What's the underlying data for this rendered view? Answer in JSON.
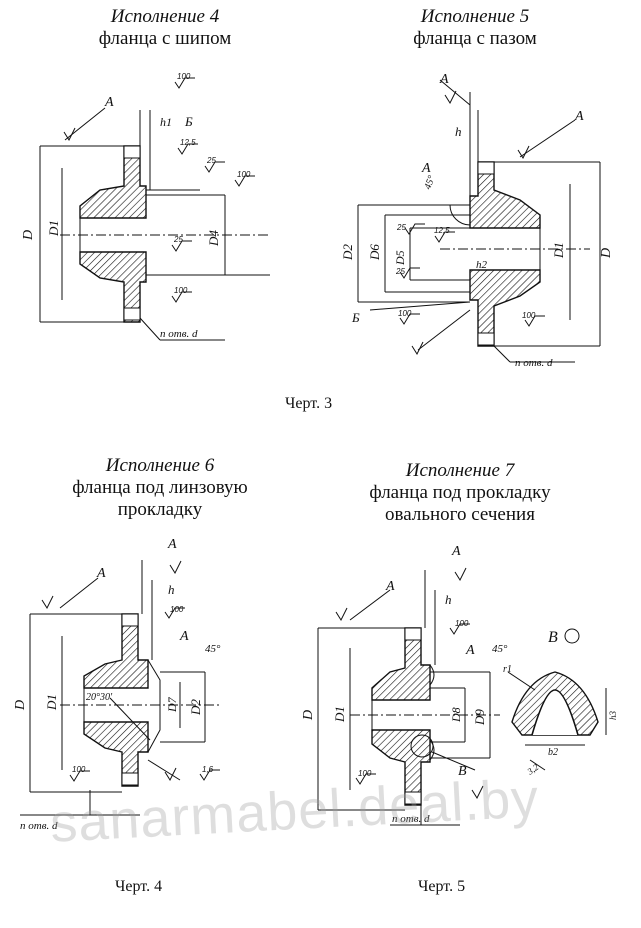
{
  "variants": [
    {
      "title": "Исполнение 4",
      "subtitle": "фланца с шипом"
    },
    {
      "title": "Исполнение 5",
      "subtitle": "фланца с пазом"
    },
    {
      "title": "Исполнение 6",
      "subtitle_line1": "фланца под линзовую",
      "subtitle_line2": "прокладку"
    },
    {
      "title": "Исполнение 7",
      "subtitle_line1": "фланца под прокладку",
      "subtitle_line2": "овального сечения"
    }
  ],
  "drawing_labels": {
    "chert3": "Черт. 3",
    "chert4": "Черт. 4",
    "chert5": "Черт. 5"
  },
  "fig4": {
    "datum": "А",
    "mark_b": "Б",
    "D": "D",
    "D1": "D1",
    "D4": "D4",
    "h1": "h1",
    "holes": "n отв. d",
    "r100a": "100",
    "r125": "12,5",
    "r25a": "25",
    "r100b": "100",
    "r25b": "25",
    "r100c": "100"
  },
  "fig5": {
    "datum": "А",
    "mark_b": "Б",
    "h": "h",
    "h2": "h2",
    "angle": "45°",
    "D": "D",
    "D1": "D1",
    "D2": "D2",
    "D5": "D5",
    "D6": "D6",
    "holes": "n отв. d",
    "r25a": "25",
    "r125": "12,5",
    "r25b": "25",
    "r100a": "100",
    "r100b": "100"
  },
  "fig6": {
    "datum": "А",
    "h": "h",
    "angle": "45°",
    "taper": "20°30'",
    "D": "D",
    "D1": "D1",
    "D2": "D2",
    "D7": "D7",
    "holes": "n отв. d",
    "r100a": "100",
    "r100b": "100",
    "r16": "1,6"
  },
  "fig7": {
    "datum": "А",
    "h": "h",
    "angle": "45°",
    "view": "В",
    "r1": "r1",
    "b2": "b2",
    "h3": "h3",
    "r32": "3,2",
    "D": "D",
    "D1": "D1",
    "D8": "D8",
    "D9": "D9",
    "holes": "n отв. d",
    "r100a": "100",
    "r100b": "100"
  },
  "watermark": "sanarmabel.deal.by"
}
